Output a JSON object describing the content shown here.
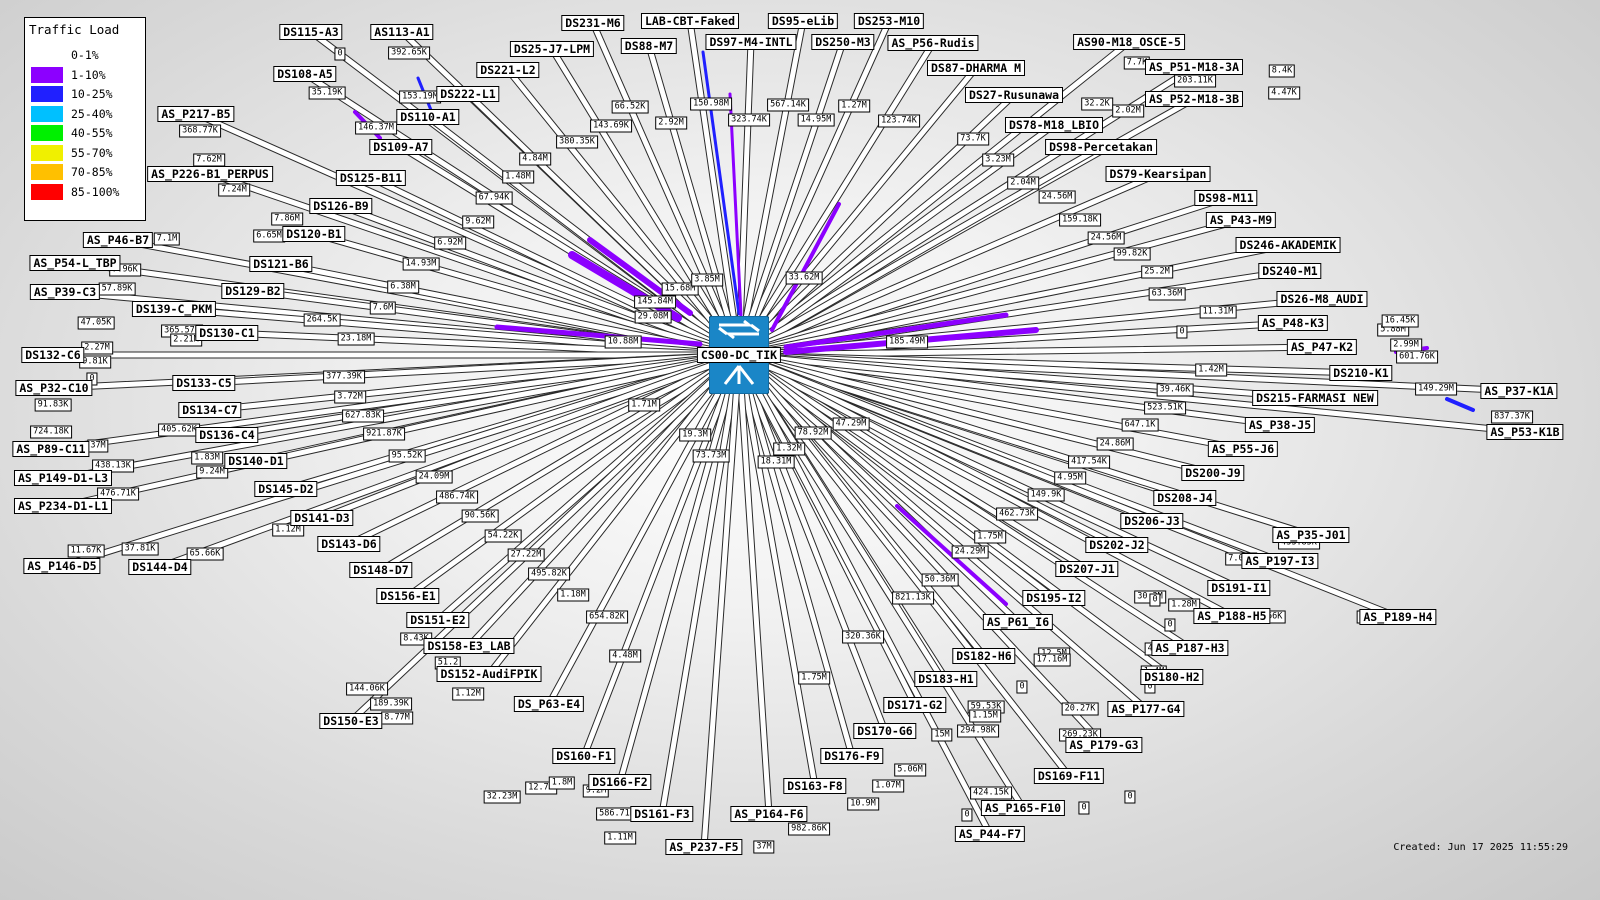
{
  "legend": {
    "title": "Traffic Load",
    "items": [
      {
        "label": "0-1%",
        "color": "#ffffff"
      },
      {
        "label": "1-10%",
        "color": "#8c00ff"
      },
      {
        "label": "10-25%",
        "color": "#2020ff"
      },
      {
        "label": "25-40%",
        "color": "#00c0ff"
      },
      {
        "label": "40-55%",
        "color": "#00f000"
      },
      {
        "label": "55-70%",
        "color": "#f0f000"
      },
      {
        "label": "70-85%",
        "color": "#ffc000"
      },
      {
        "label": "85-100%",
        "color": "#ff0000"
      }
    ]
  },
  "core": {
    "label": "CS00-DC_TIK",
    "icon": "switch-icon"
  },
  "created": "Created: Jun 17 2025 11:55:29",
  "nodes": [
    {
      "label": "DS115-A3"
    },
    {
      "label": "AS113-A1"
    },
    {
      "label": "DS231-M6"
    },
    {
      "label": "LAB-CBT-Faked"
    },
    {
      "label": "DS95-eLib"
    },
    {
      "label": "DS253-M10"
    },
    {
      "label": "DS25-J7-LPM"
    },
    {
      "label": "DS88-M7"
    },
    {
      "label": "DS97-M4-INTL"
    },
    {
      "label": "DS250-M3"
    },
    {
      "label": "AS_P56-Rudis"
    },
    {
      "label": "AS90-M18_OSCE-5"
    },
    {
      "label": "DS108-A5"
    },
    {
      "label": "DS222-L1"
    },
    {
      "label": "DS221-L2"
    },
    {
      "label": "DS87-DHARMA M"
    },
    {
      "label": "AS_P51-M18-3A"
    },
    {
      "label": "AS_P52-M18-3B"
    },
    {
      "label": "DS27-Rusunawa"
    },
    {
      "label": "AS_P217-B5"
    },
    {
      "label": "DS110-A1"
    },
    {
      "label": "DS78-M18_LBIO"
    },
    {
      "label": "DS109-A7"
    },
    {
      "label": "DS98-Percetakan"
    },
    {
      "label": "AS_P226-B1_PERPUS"
    },
    {
      "label": "DS125-B11"
    },
    {
      "label": "DS79-Kearsipan"
    },
    {
      "label": "DS98-M11"
    },
    {
      "label": "DS126-B9"
    },
    {
      "label": "AS_P43-M9"
    },
    {
      "label": "AS_P46-B7"
    },
    {
      "label": "DS120-B1"
    },
    {
      "label": "DS246-AKADEMIK"
    },
    {
      "label": "AS_P54-L_TBP"
    },
    {
      "label": "DS121-B6"
    },
    {
      "label": "DS240-M1"
    },
    {
      "label": "AS_P39-C3"
    },
    {
      "label": "DS129-B2"
    },
    {
      "label": "DS26-M8_AUDI"
    },
    {
      "label": "DS139-C_PKM"
    },
    {
      "label": "AS_P48-K3"
    },
    {
      "label": "DS130-C1"
    },
    {
      "label": "DS132-C6"
    },
    {
      "label": "AS_P47-K2"
    },
    {
      "label": "DS210-K1"
    },
    {
      "label": "AS_P32-C10"
    },
    {
      "label": "DS133-C5"
    },
    {
      "label": "AS_P37-K1A"
    },
    {
      "label": "DS134-C7"
    },
    {
      "label": "DS215-FARMASI NEW"
    },
    {
      "label": "AS_P38-J5"
    },
    {
      "label": "AS_P53-K1B"
    },
    {
      "label": "DS136-C4"
    },
    {
      "label": "AS_P89-C11"
    },
    {
      "label": "DS140-D1"
    },
    {
      "label": "AS_P55-J6"
    },
    {
      "label": "AS_P149-D1-L3"
    },
    {
      "label": "DS200-J9"
    },
    {
      "label": "DS145-D2"
    },
    {
      "label": "AS_P234-D1-L1"
    },
    {
      "label": "DS208-J4"
    },
    {
      "label": "DS141-D3"
    },
    {
      "label": "DS206-J3"
    },
    {
      "label": "AS_P35-J01"
    },
    {
      "label": "DS143-D6"
    },
    {
      "label": "DS202-J2"
    },
    {
      "label": "AS_P146-D5"
    },
    {
      "label": "DS144-D4"
    },
    {
      "label": "AS_P197-I3"
    },
    {
      "label": "DS148-D7"
    },
    {
      "label": "DS207-J1"
    },
    {
      "label": "DS191-I1"
    },
    {
      "label": "DS156-E1"
    },
    {
      "label": "DS195-I2"
    },
    {
      "label": "AS_P188-H5"
    },
    {
      "label": "AS_P189-H4"
    },
    {
      "label": "DS151-E2"
    },
    {
      "label": "AS_P61_I6"
    },
    {
      "label": "DS158-E3_LAB"
    },
    {
      "label": "AS_P187-H3"
    },
    {
      "label": "DS182-H6"
    },
    {
      "label": "DS152-AudiFPIK"
    },
    {
      "label": "DS180-H2"
    },
    {
      "label": "DS183-H1"
    },
    {
      "label": "DS_P63-E4"
    },
    {
      "label": "DS171-G2"
    },
    {
      "label": "AS_P177-G4"
    },
    {
      "label": "DS150-E3"
    },
    {
      "label": "DS170-G6"
    },
    {
      "label": "AS_P179-G3"
    },
    {
      "label": "DS160-F1"
    },
    {
      "label": "DS176-F9"
    },
    {
      "label": "DS166-F2"
    },
    {
      "label": "DS169-F11"
    },
    {
      "label": "DS163-F8"
    },
    {
      "label": "DS161-F3"
    },
    {
      "label": "AS_P164-F6"
    },
    {
      "label": "AS_P165-F10"
    },
    {
      "label": "AS_P44-F7"
    },
    {
      "label": "AS_P237-F5"
    }
  ],
  "links": [
    {
      "bw": "392.65K"
    },
    {
      "bw": "0"
    },
    {
      "bw": "153.19M"
    },
    {
      "bw": "35.19K"
    },
    {
      "bw": "146.37M"
    },
    {
      "bw": "66.52K"
    },
    {
      "bw": "150.98M"
    },
    {
      "bw": "323.74K"
    },
    {
      "bw": "567.14K"
    },
    {
      "bw": "1.27M"
    },
    {
      "bw": "2.92M"
    },
    {
      "bw": "14.95M"
    },
    {
      "bw": "123.74K"
    },
    {
      "bw": "143.69K"
    },
    {
      "bw": "380.35K"
    },
    {
      "bw": "4.84M"
    },
    {
      "bw": "1.48M"
    },
    {
      "bw": "67.94K"
    },
    {
      "bw": "9.62M"
    },
    {
      "bw": "6.92M"
    },
    {
      "bw": "14.93M"
    },
    {
      "bw": "6.38M"
    },
    {
      "bw": "7.6M"
    },
    {
      "bw": "264.5K"
    },
    {
      "bw": "23.18M"
    },
    {
      "bw": "365.57K"
    },
    {
      "bw": "2.21M"
    },
    {
      "bw": "7.1M"
    },
    {
      "bw": "6.65M"
    },
    {
      "bw": "7.86M"
    },
    {
      "bw": "7.24M"
    },
    {
      "bw": "7.62M"
    },
    {
      "bw": "368.77K"
    },
    {
      "bw": "7.96K"
    },
    {
      "bw": "57.89K"
    },
    {
      "bw": "47.05K"
    },
    {
      "bw": "2.27M"
    },
    {
      "bw": "9.81K"
    },
    {
      "bw": "0"
    },
    {
      "bw": "377.39K"
    },
    {
      "bw": "3.72M"
    },
    {
      "bw": "627.83K"
    },
    {
      "bw": "921.87K"
    },
    {
      "bw": "405.62K"
    },
    {
      "bw": "91.83K"
    },
    {
      "bw": "724.18K"
    },
    {
      "bw": "37M"
    },
    {
      "bw": "1.83M"
    },
    {
      "bw": "9.24M"
    },
    {
      "bw": "438.13K"
    },
    {
      "bw": "476.71K"
    },
    {
      "bw": "95.52K"
    },
    {
      "bw": "24.09M"
    },
    {
      "bw": "486.74K"
    },
    {
      "bw": "1.12M"
    },
    {
      "bw": "65.66K"
    },
    {
      "bw": "37.81K"
    },
    {
      "bw": "11.67K"
    },
    {
      "bw": "90.56K"
    },
    {
      "bw": "54.22K"
    },
    {
      "bw": "27.22M"
    },
    {
      "bw": "495.82K"
    },
    {
      "bw": "1.18M"
    },
    {
      "bw": "654.82K"
    },
    {
      "bw": "4.48M"
    },
    {
      "bw": "8.43K"
    },
    {
      "bw": "51.2"
    },
    {
      "bw": "144.06K"
    },
    {
      "bw": "189.39K"
    },
    {
      "bw": "1.12M"
    },
    {
      "bw": "8.77M"
    },
    {
      "bw": "73.73M"
    },
    {
      "bw": "19.3M"
    },
    {
      "bw": "18.31M"
    },
    {
      "bw": "1.32M"
    },
    {
      "bw": "1.75M"
    },
    {
      "bw": "320.36K"
    },
    {
      "bw": "821.13K"
    },
    {
      "bw": "50.36M"
    },
    {
      "bw": "24.29M"
    },
    {
      "bw": "1.75M"
    },
    {
      "bw": "462.73K"
    },
    {
      "bw": "149.9K"
    },
    {
      "bw": "4.95M"
    },
    {
      "bw": "417.54K"
    },
    {
      "bw": "24.86M"
    },
    {
      "bw": "647.1K"
    },
    {
      "bw": "523.51K"
    },
    {
      "bw": "39.46K"
    },
    {
      "bw": "1.42M"
    },
    {
      "bw": "601.76K"
    },
    {
      "bw": "149.29M"
    },
    {
      "bw": "837.37K"
    },
    {
      "bw": "0"
    },
    {
      "bw": "2.99M"
    },
    {
      "bw": "5.88M"
    },
    {
      "bw": "16.45K"
    },
    {
      "bw": "11.31M"
    },
    {
      "bw": "0"
    },
    {
      "bw": "63.36M"
    },
    {
      "bw": "25.2M"
    },
    {
      "bw": "99.82K"
    },
    {
      "bw": "24.56M"
    },
    {
      "bw": "159.18K"
    },
    {
      "bw": "24.56M"
    },
    {
      "bw": "2.04M"
    },
    {
      "bw": "3.23M"
    },
    {
      "bw": "73.7K"
    },
    {
      "bw": "7.7K"
    },
    {
      "bw": "32.2K"
    },
    {
      "bw": "2.02M"
    },
    {
      "bw": "203.11K"
    },
    {
      "bw": "8.4K"
    },
    {
      "bw": "4.47K"
    },
    {
      "bw": "185.49M"
    },
    {
      "bw": "433.85K"
    },
    {
      "bw": "7.05M"
    },
    {
      "bw": "30.3M"
    },
    {
      "bw": "1.28M"
    },
    {
      "bw": "0"
    },
    {
      "bw": "50.66K"
    },
    {
      "bw": "63.66K"
    },
    {
      "bw": "0"
    },
    {
      "bw": "45.71M"
    },
    {
      "bw": "12.5M"
    },
    {
      "bw": "17.16M"
    },
    {
      "bw": "1.4M"
    },
    {
      "bw": "0"
    },
    {
      "bw": "0"
    },
    {
      "bw": "59.53K"
    },
    {
      "bw": "20.27K"
    },
    {
      "bw": "1.15M"
    },
    {
      "bw": "294.98K"
    },
    {
      "bw": "15M"
    },
    {
      "bw": "269.23K"
    },
    {
      "bw": "5.06M"
    },
    {
      "bw": "1.07M"
    },
    {
      "bw": "10.9M"
    },
    {
      "bw": "424.15K"
    },
    {
      "bw": "0"
    },
    {
      "bw": "0"
    },
    {
      "bw": "0"
    },
    {
      "bw": "12.7M"
    },
    {
      "bw": "32.23M"
    },
    {
      "bw": "1.8M"
    },
    {
      "bw": "9.2M"
    },
    {
      "bw": "586.71K"
    },
    {
      "bw": "1.11M"
    },
    {
      "bw": "982.86K"
    },
    {
      "bw": "37M"
    },
    {
      "bw": "145.84M"
    },
    {
      "bw": "29.08M"
    },
    {
      "bw": "15.68M"
    },
    {
      "bw": "10.88M"
    },
    {
      "bw": "3.85M"
    },
    {
      "bw": "33.62M"
    },
    {
      "bw": "1.71M"
    },
    {
      "bw": "78.92M"
    },
    {
      "bw": "47.29M"
    }
  ]
}
